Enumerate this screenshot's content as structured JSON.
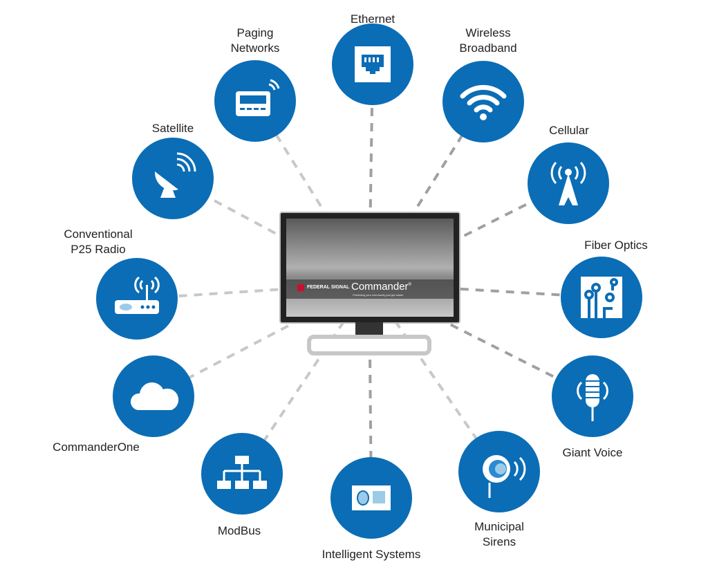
{
  "title": "Commander connectivity diagram",
  "hub": {
    "brand": "FEDERAL SIGNAL",
    "product": "Commander",
    "trademark": "®",
    "tagline": "Protecting your community just got easier"
  },
  "nodes": [
    {
      "label": "Ethernet",
      "icon": "ethernet-icon"
    },
    {
      "label": "Paging\nNetworks",
      "icon": "pager-icon"
    },
    {
      "label": "Wireless\nBroadband",
      "icon": "wifi-icon"
    },
    {
      "label": "Satellite",
      "icon": "satellite-dish-icon"
    },
    {
      "label": "Cellular",
      "icon": "cell-tower-icon"
    },
    {
      "label": "Conventional\nP25 Radio",
      "icon": "radio-router-icon"
    },
    {
      "label": "Fiber Optics",
      "icon": "fiber-circuit-icon"
    },
    {
      "label": "CommanderOne",
      "icon": "cloud-icon"
    },
    {
      "label": "Giant Voice",
      "icon": "microphone-icon"
    },
    {
      "label": "ModBus",
      "icon": "network-tree-icon"
    },
    {
      "label": "Intelligent Systems",
      "icon": "controller-icon"
    },
    {
      "label": "Municipal\nSirens",
      "icon": "siren-icon"
    }
  ],
  "colors": {
    "node": "#0b6db5",
    "line": "#b0b0b0"
  }
}
